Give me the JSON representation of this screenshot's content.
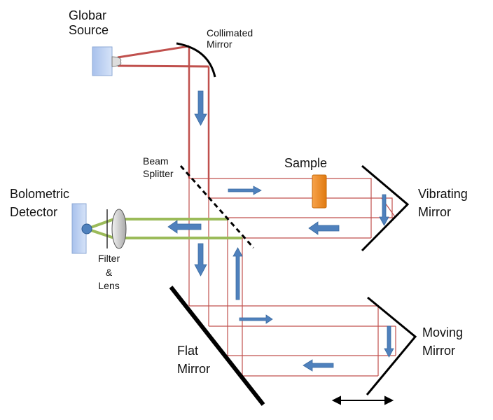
{
  "labels": {
    "globar_source": "Globar\nSource",
    "collimated_mirror": "Collimated\nMirror",
    "beam_splitter": "Beam\nSplitter",
    "sample": "Sample",
    "vibrating_mirror": "Vibrating\nMirror",
    "bolometric_detector": "Bolometric\nDetector",
    "filter_lens": "Filter\n&\nLens",
    "flat_mirror": "Flat\nMirror",
    "moving_mirror": "Moving\nMirror"
  },
  "colors": {
    "beam_red": "#c0504d",
    "beam_green": "#9bbb59",
    "arrow_blue": "#4f81bd",
    "sample_orange": "#f79646",
    "source_box": "#b9cdf0",
    "mirror_black": "#000000"
  }
}
